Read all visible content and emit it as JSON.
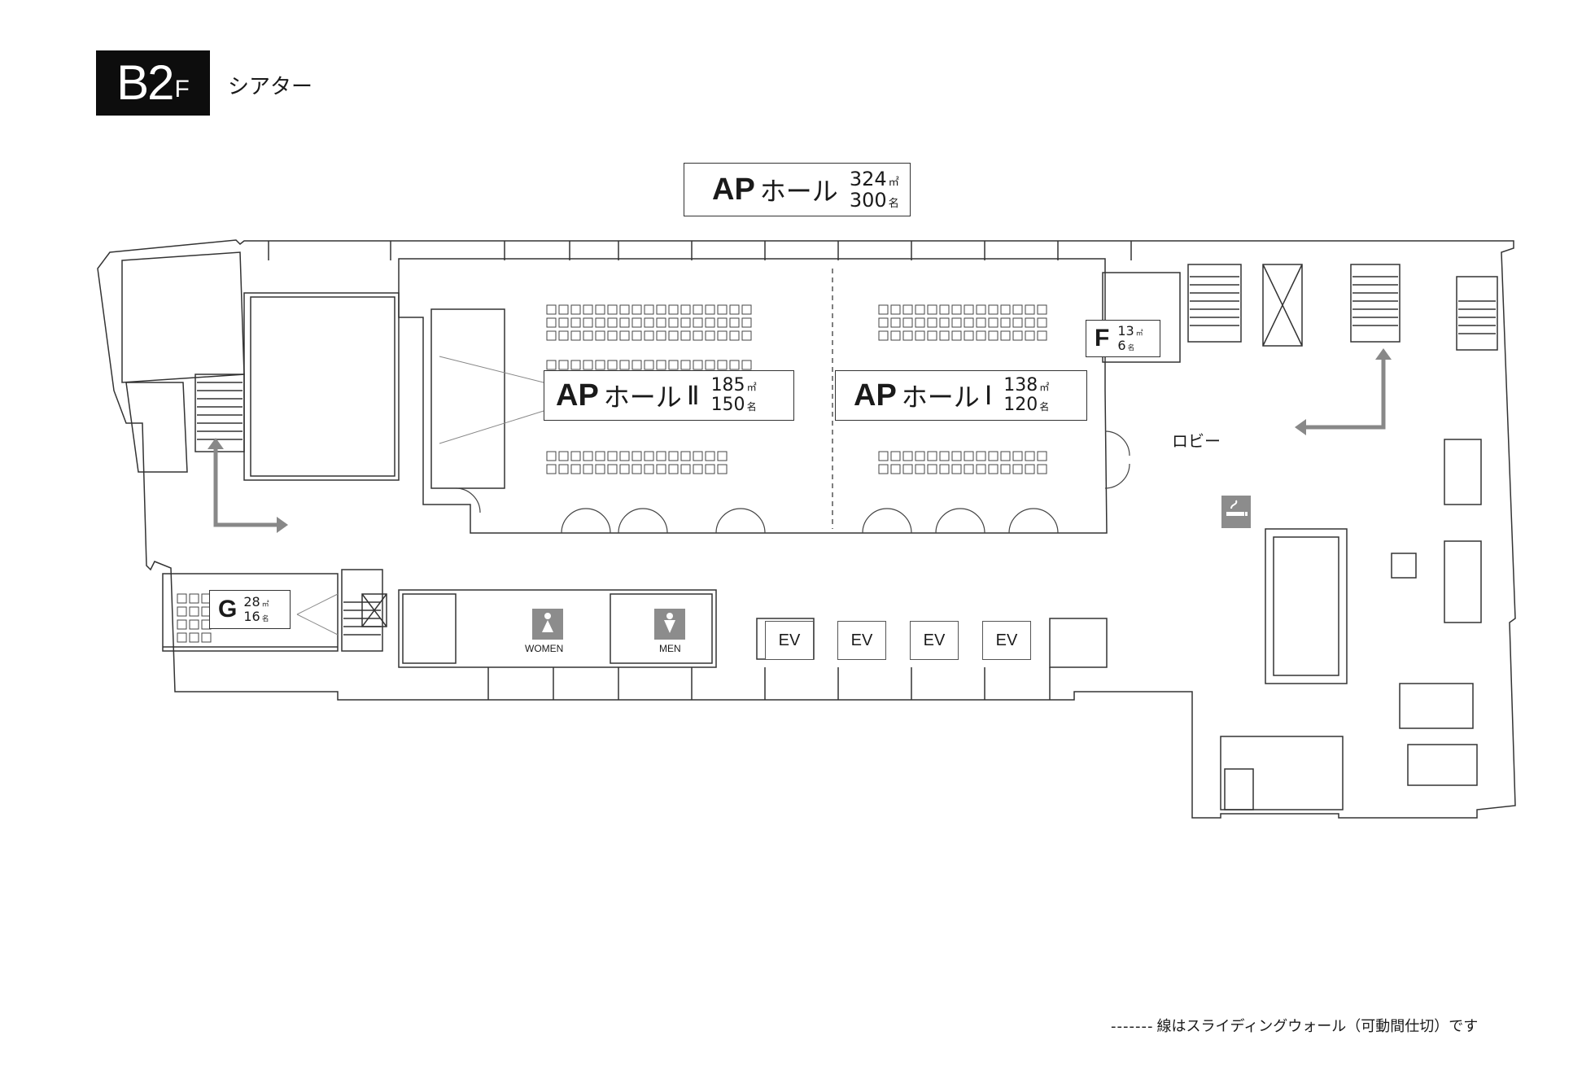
{
  "floor": {
    "level": "B2",
    "suffix": "F",
    "name": "シアター"
  },
  "rooms": {
    "main": {
      "name": "AP",
      "kana": "ホール",
      "numeral": "",
      "area": "324",
      "area_unit": "㎡",
      "capacity": "300",
      "capacity_unit": "名"
    },
    "hall2": {
      "name": "AP",
      "kana": "ホール",
      "numeral": "Ⅱ",
      "area": "185",
      "area_unit": "㎡",
      "capacity": "150",
      "capacity_unit": "名"
    },
    "hall1": {
      "name": "AP",
      "kana": "ホール",
      "numeral": "Ⅰ",
      "area": "138",
      "area_unit": "㎡",
      "capacity": "120",
      "capacity_unit": "名"
    },
    "f": {
      "name": "F",
      "area": "13",
      "area_unit": "㎡",
      "capacity": "6",
      "capacity_unit": "名"
    },
    "g": {
      "name": "G",
      "area": "28",
      "area_unit": "㎡",
      "capacity": "16",
      "capacity_unit": "名"
    }
  },
  "lobby": "ロビー",
  "elevators": [
    "EV",
    "EV",
    "EV",
    "EV"
  ],
  "restrooms": {
    "women": "WOMEN",
    "men": "MEN"
  },
  "legend": {
    "dashes": "-------",
    "text": "線はスライディングウォール（可動間仕切）です"
  },
  "colors": {
    "line": "#333333",
    "icon_gray": "#8c8c8c",
    "badge": "#0d0d0d"
  },
  "icons": [
    "smoking-icon",
    "women-icon",
    "men-icon",
    "exit-arrow-icon"
  ]
}
